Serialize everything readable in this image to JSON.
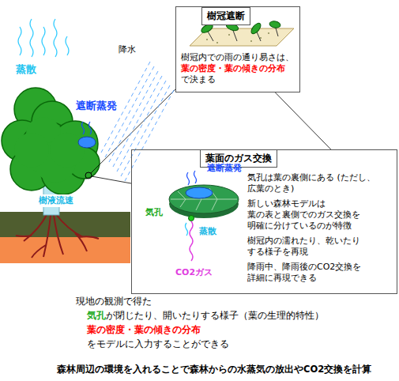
{
  "diagram": {
    "nodes": [
      {
        "text": [
          "樹冠遮断",
          "樹冠内での雨の通り易さは、",
          "葉の密度・葉の傾きの分布",
          "で決まる"
        ]
      },
      {
        "text": [
          "葉面のガス交換",
          "気孔は葉の裏側にある (ただし、広葉のとき)",
          "新しい森林モデルは 葉の表と裏側でのガス交換を 明確に分けているのが特徴",
          "樹冠内の濡れたり、乾いたり する様子を再現",
          "降雨中、降雨後のCO2交換を 詳細に再現できる"
        ]
      },
      {
        "text": [
          "樹液流速"
        ]
      }
    ],
    "edges": [
      {
        "from": 0,
        "to": 1,
        "arrow": "none"
      }
    ],
    "labels": [
      "蒸散",
      "遮断蒸発",
      "降水",
      "遮断蒸発",
      "気孔",
      "蒸散",
      "CO2ガス",
      "現地の観測で得た",
      "気孔",
      "が閉じたり、開いたりする様子（葉の生理的特性）",
      "葉の密度・葉の傾きの分布",
      "をモデルに入力することができる",
      "森林周辺の環境を入れることで森林からの水蒸気の放出やCO2交換を計算"
    ]
  }
}
